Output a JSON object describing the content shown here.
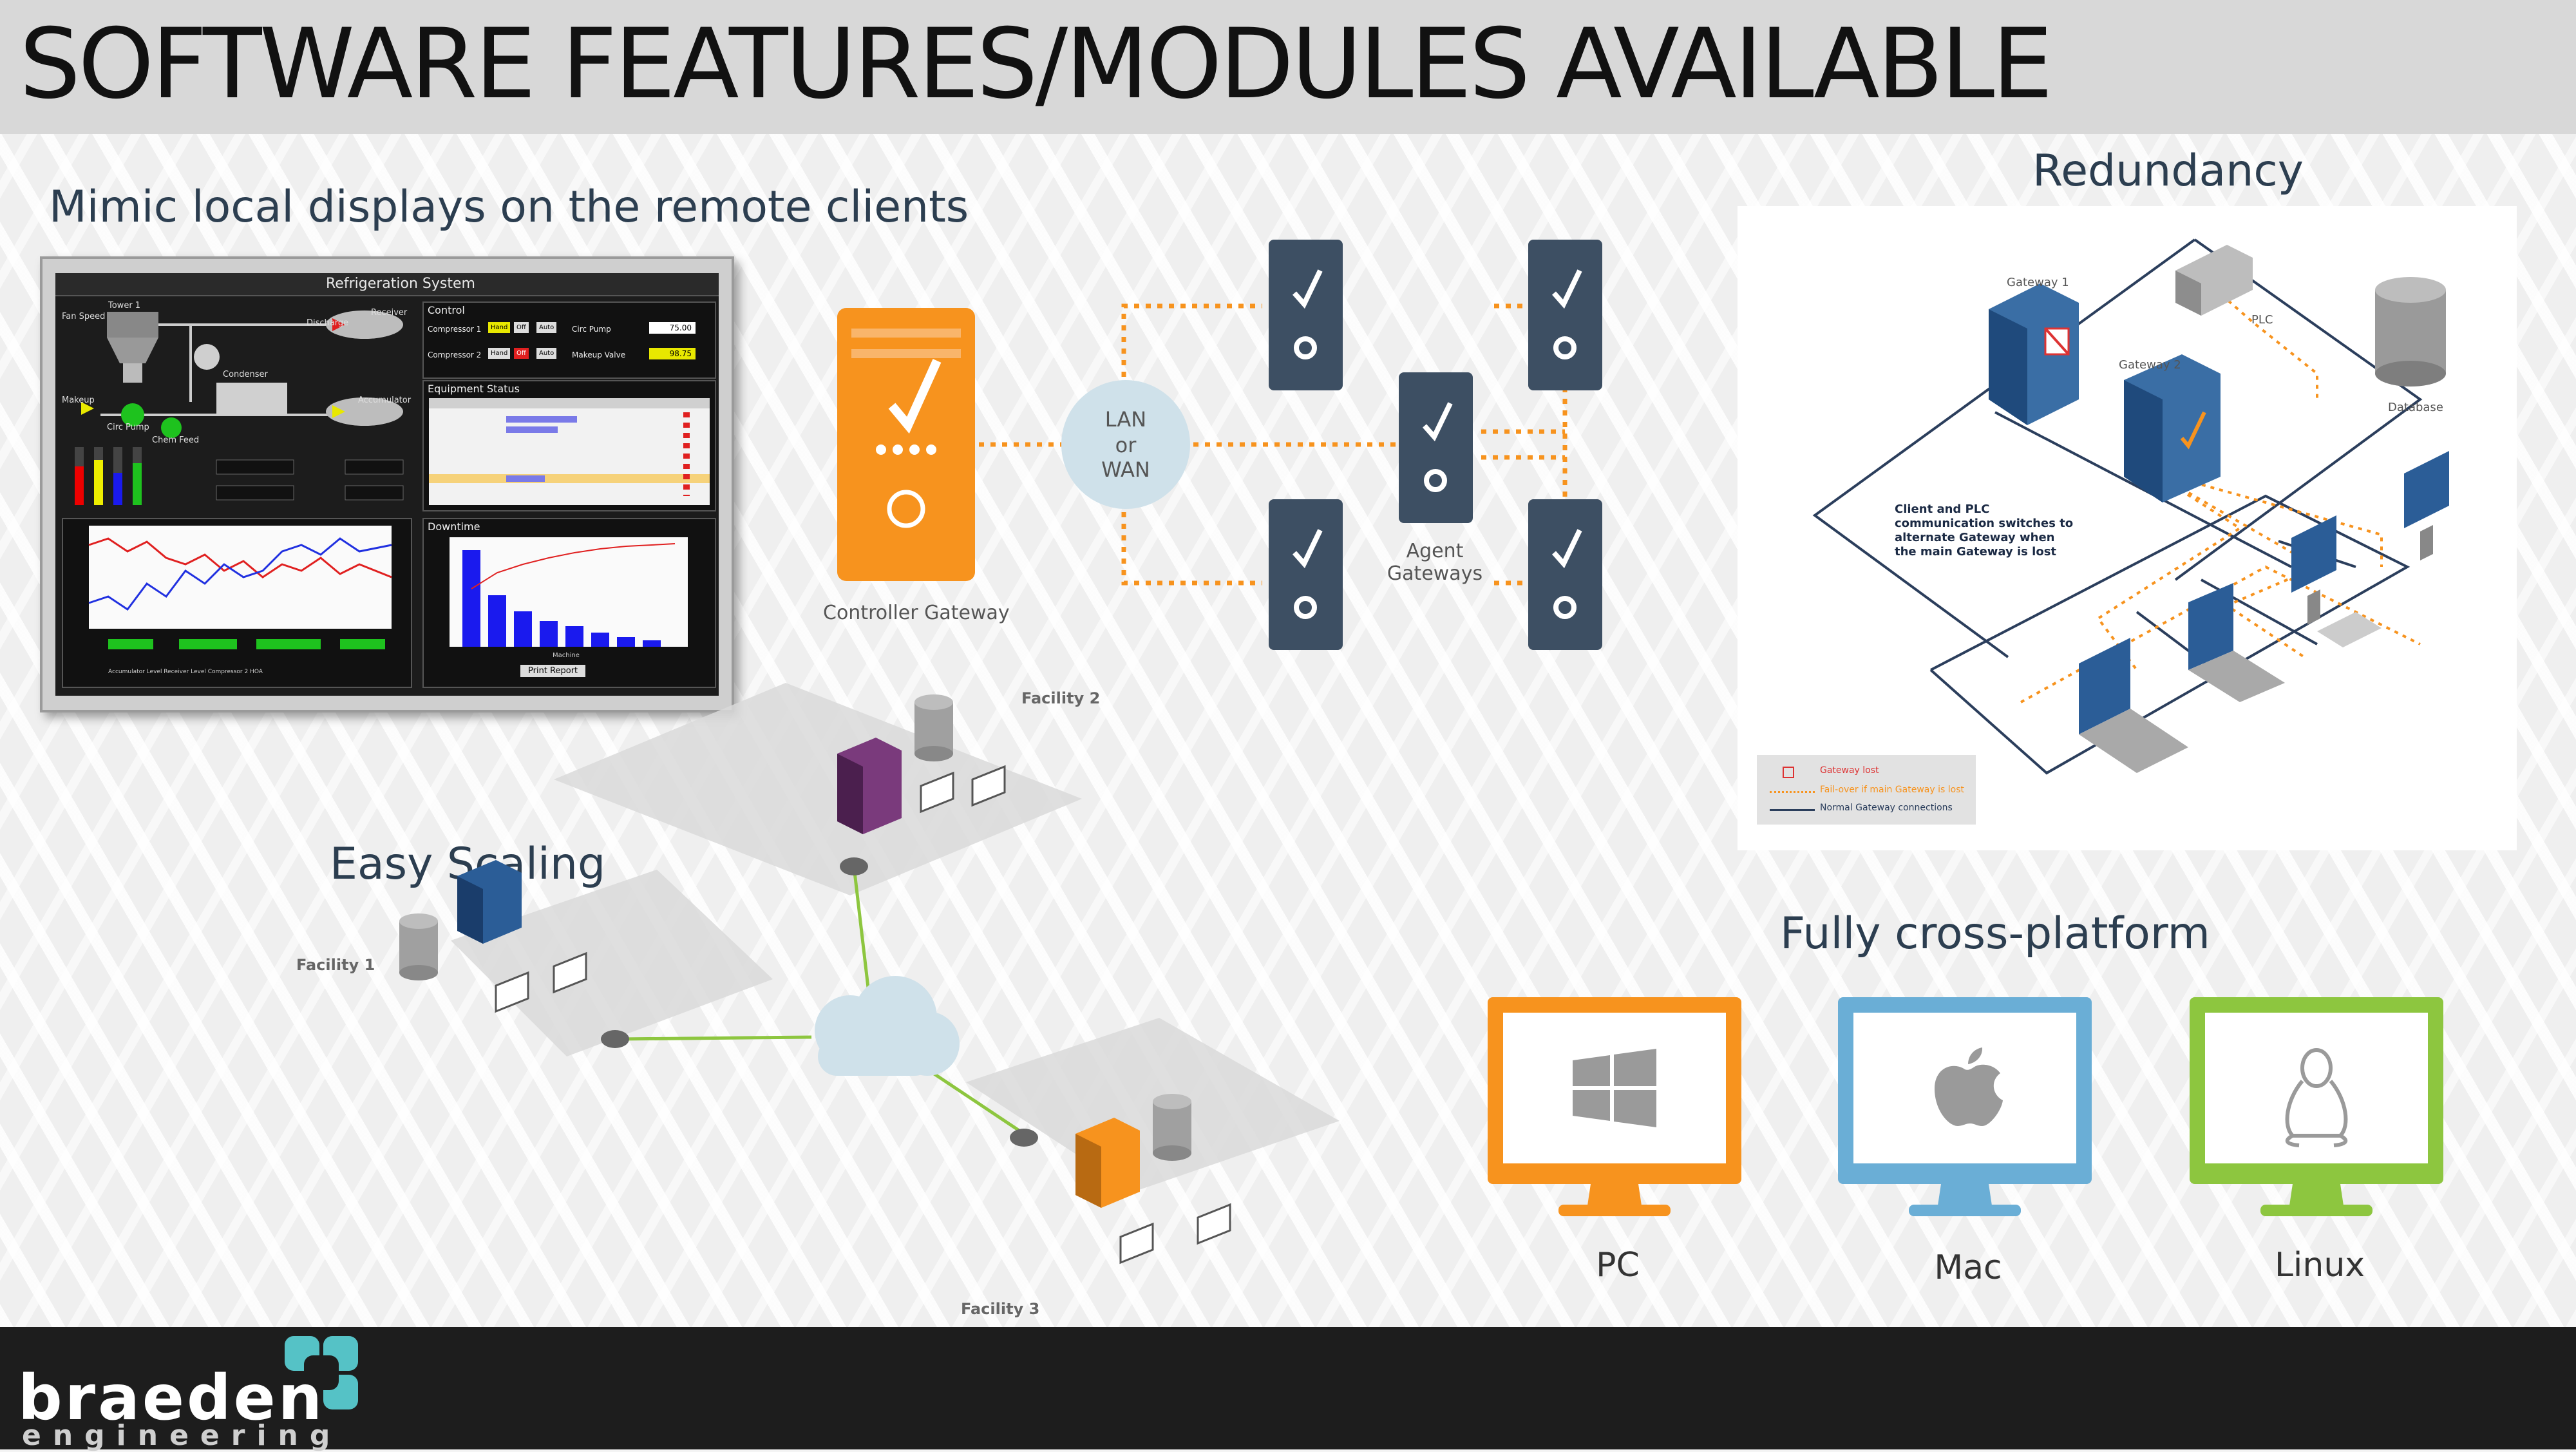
{
  "title": "SOFTWARE FEATURES/MODULES AVAILABLE",
  "sections": {
    "mimic": "Mimic local displays on the remote clients",
    "redundancy": "Redundancy",
    "scaling": "Easy Scaling",
    "cross_platform": "Fully cross-platform"
  },
  "hmi": {
    "title": "Refrigeration System",
    "control": "Control",
    "compressor1": "Compressor 1",
    "compressor2": "Compressor 2",
    "circ_pump": "Circ Pump",
    "makeup_valve": "Makeup Valve",
    "circ_value": "75.00",
    "makeup_value": "98.75",
    "btn_hand": "Hand",
    "btn_off": "Off",
    "btn_auto": "Auto",
    "equipment_status": "Equipment Status",
    "downtime": "Downtime",
    "print_report": "Print Report",
    "receiver": "Receiver",
    "accumulator": "Accumulator",
    "discharge": "Discharge",
    "condenser": "Condenser",
    "circ_pump_lbl": "Circ Pump",
    "chem_feed": "Chem Feed",
    "makeup": "Makeup",
    "fan_speed": "Fan Speed",
    "tower": "Tower 1",
    "machine": "Machine",
    "legend": "Accumulator Level  Receiver Level  Compressor 2 HOA"
  },
  "network": {
    "controller": "Controller Gateway",
    "lan": "LAN",
    "or": "or",
    "wan": "WAN",
    "agent": "Agent",
    "gateways": "Gateways"
  },
  "redundancy": {
    "gateway1": "Gateway 1",
    "gateway2": "Gateway 2",
    "plc": "PLC",
    "database": "Database",
    "note": "Client and PLC communication switches to alternate Gateway when the main Gateway is lost",
    "legend_lost": "Gateway lost",
    "legend_failover": "Fail-over if main Gateway is lost",
    "legend_normal": "Normal Gateway connections"
  },
  "scaling": {
    "facility1": "Facility 1",
    "facility2": "Facility 2",
    "facility3": "Facility 3"
  },
  "platforms": [
    {
      "label": "PC",
      "color": "#f7931e"
    },
    {
      "label": "Mac",
      "color": "#6aaed6"
    },
    {
      "label": "Linux",
      "color": "#8dc63f"
    }
  ],
  "logo": {
    "name": "braeden",
    "sub": "engineering"
  },
  "colors": {
    "orange": "#f7931e",
    "navy": "#3d4f63",
    "teal": "#55c2c6",
    "blue": "#2b5d97"
  }
}
